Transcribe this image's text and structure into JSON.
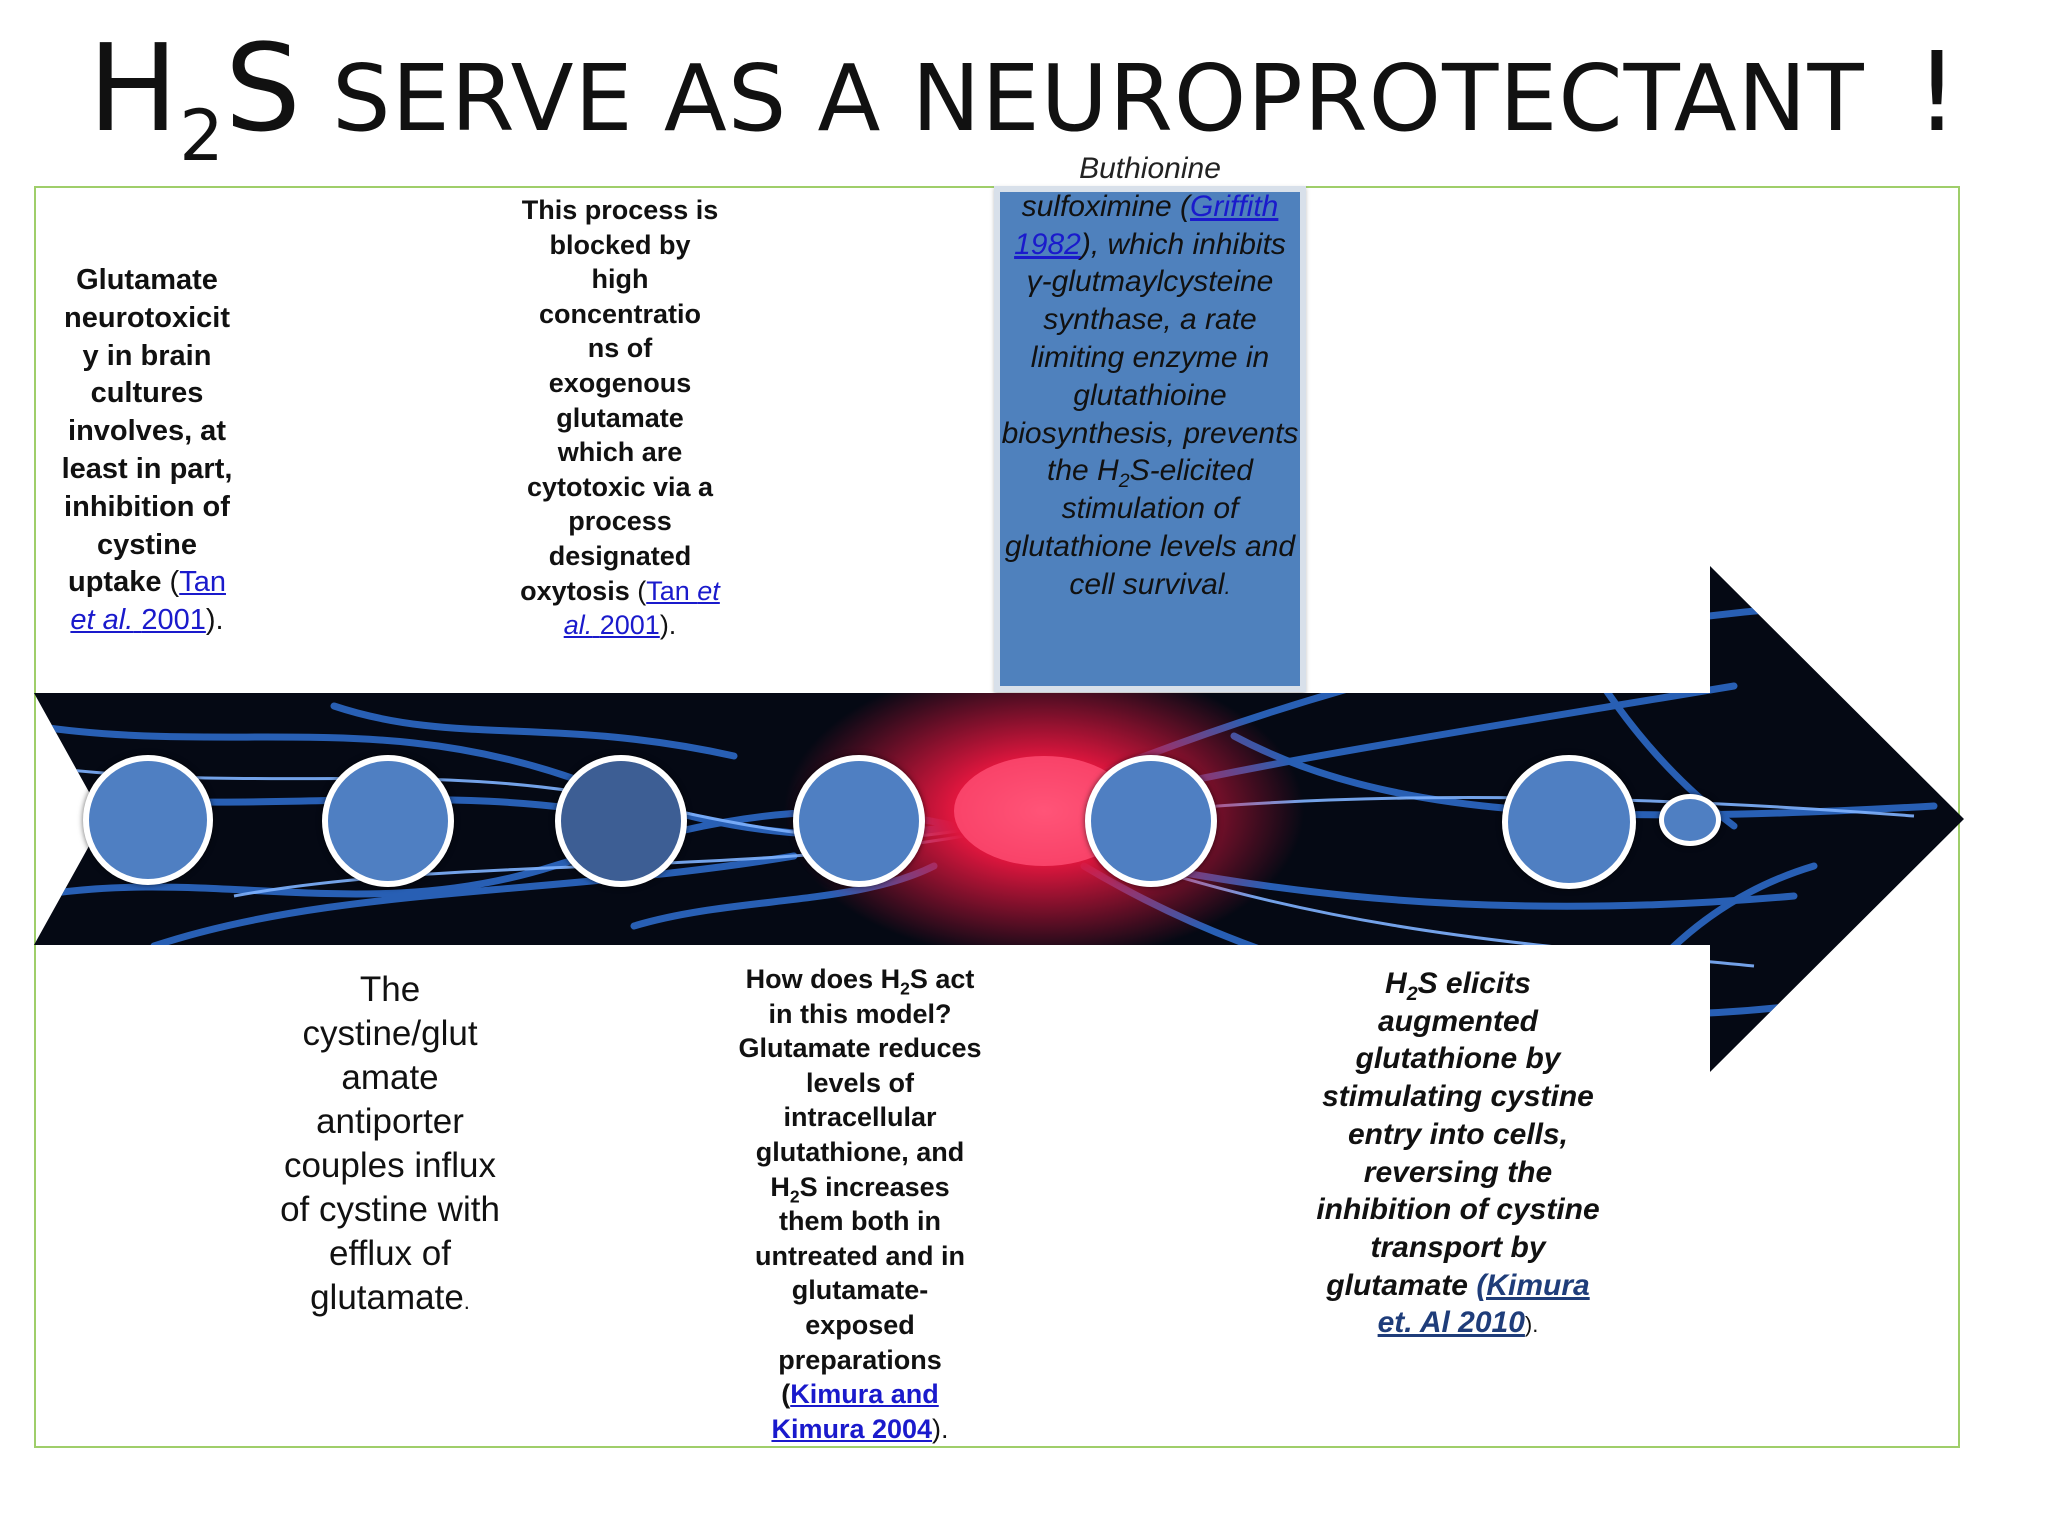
{
  "title": {
    "h": "H",
    "sub2": "2",
    "s": "S",
    "rest": " SERVE AS A NEUROPROTECTANT ",
    "excl": "!"
  },
  "box1": {
    "text": "Glutamate neurotoxicit y in brain cultures involves, at least in part, inhibition of cystine uptake",
    "open": "(",
    "cite_a": "Tan ",
    "cite_i": "et al.",
    "cite_year": "2001",
    "close": ")."
  },
  "box2": {
    "text": "This process is blocked by high concentratio ns of exogenous glutamate which are cytotoxic via a process designated oxytosis",
    "open": "(",
    "cite_a": "Tan ",
    "cite_i": "et al.",
    "cite_year": "2001",
    "close": ")."
  },
  "box3": {
    "text": "The cystine/glut amate antiporter couples influx of cystine with efflux of glutamate",
    "dot": "."
  },
  "box4": {
    "q1": "How does H",
    "q_sub": "2",
    "q2": "S act in this model? Glutamate reduces levels of intracellular glutathione, and H",
    "q_sub2": "2",
    "q3": "S increases them both in untreated and in glutamate-exposed preparations",
    "open": "(",
    "cite": "Kimura and Kimura 2004",
    "close": ")."
  },
  "box5": {
    "h": "H",
    "sub": "2",
    "text": "S elicits augmented glutathione by stimulating cystine entry into cells, reversing the inhibition of cystine transport by glutamate",
    "cite": "(Kimura et. Al 2010",
    "close": ")."
  },
  "box6": {
    "first": "Buthionine",
    "line2": "sulfoximine",
    "open": "(",
    "cite": "Griffith 1982",
    "mid": "), which inhibits γ-glutmaylcysteine synthase, a rate limiting enzyme in glutathioine biosynthesis, prevents the H",
    "sub": "2",
    "end": "S-elicited stimulation of glutathione levels and cell survival",
    "dot": "."
  },
  "colors": {
    "node_fill": "#4f7fc2",
    "box_fill": "#4f81bd",
    "frame": "#9fce6a",
    "link": "#1a1acc"
  }
}
